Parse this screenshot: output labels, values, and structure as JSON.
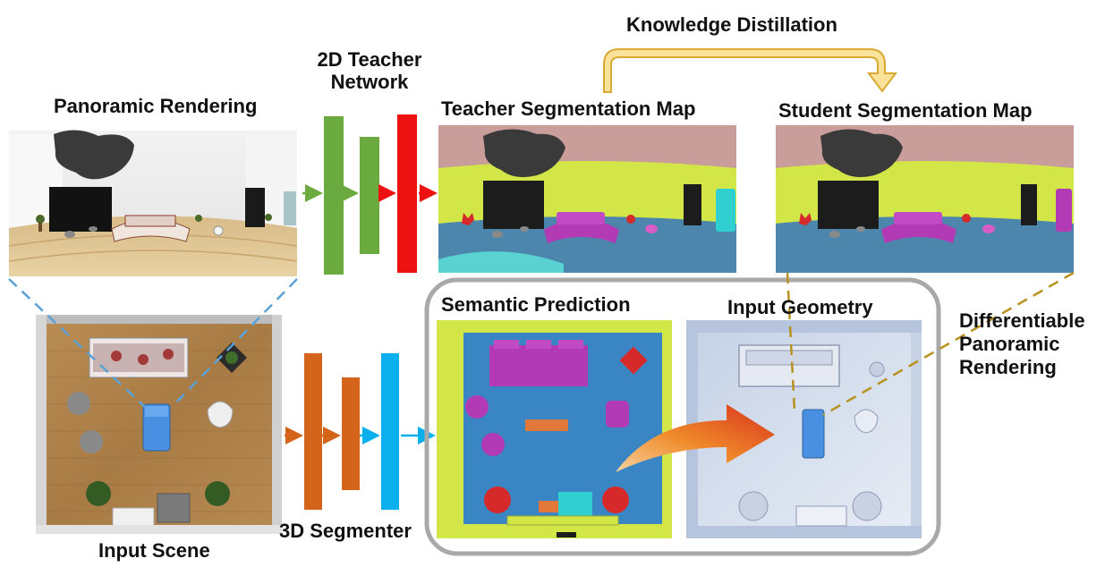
{
  "labels": {
    "panoramic_rendering": "Panoramic Rendering",
    "teacher_network": "2D Teacher Network",
    "teacher_seg_map": "Teacher Segmentation Map",
    "student_seg_map": "Student Segmentation Map",
    "knowledge_distillation": "Knowledge Distillation",
    "semantic_prediction": "Semantic Prediction",
    "input_geometry": "Input Geometry",
    "differentiable_rendering": "Differentiable Panoramic Rendering",
    "input_scene": "Input Scene",
    "segmenter_3d": "3D Segmenter"
  },
  "colors": {
    "teacher_layer": "#6aaa3e",
    "teacher_output_layer": "#ee1111",
    "segmenter_layer": "#d4641a",
    "segmenter_output_layer": "#0ab0ee",
    "distill_arrow": "#fbe29a",
    "distill_arrow_border": "#d9a931",
    "projection_line_blue": "#5aa2d8",
    "projection_line_gold": "#b8921e",
    "group_box_border": "#a9a9a9",
    "seg_wall": "#d3e647",
    "seg_ceiling": "#c99e9a",
    "seg_floor": "#4d86ad",
    "seg_sofa": "#b23bb5",
    "seg_plant": "#d62a2a",
    "seg_door": "#1c1c1c",
    "seg_table": "#e2783a",
    "seg_stool": "#2fd0cf",
    "geometry_color": "#b6c5dd"
  }
}
